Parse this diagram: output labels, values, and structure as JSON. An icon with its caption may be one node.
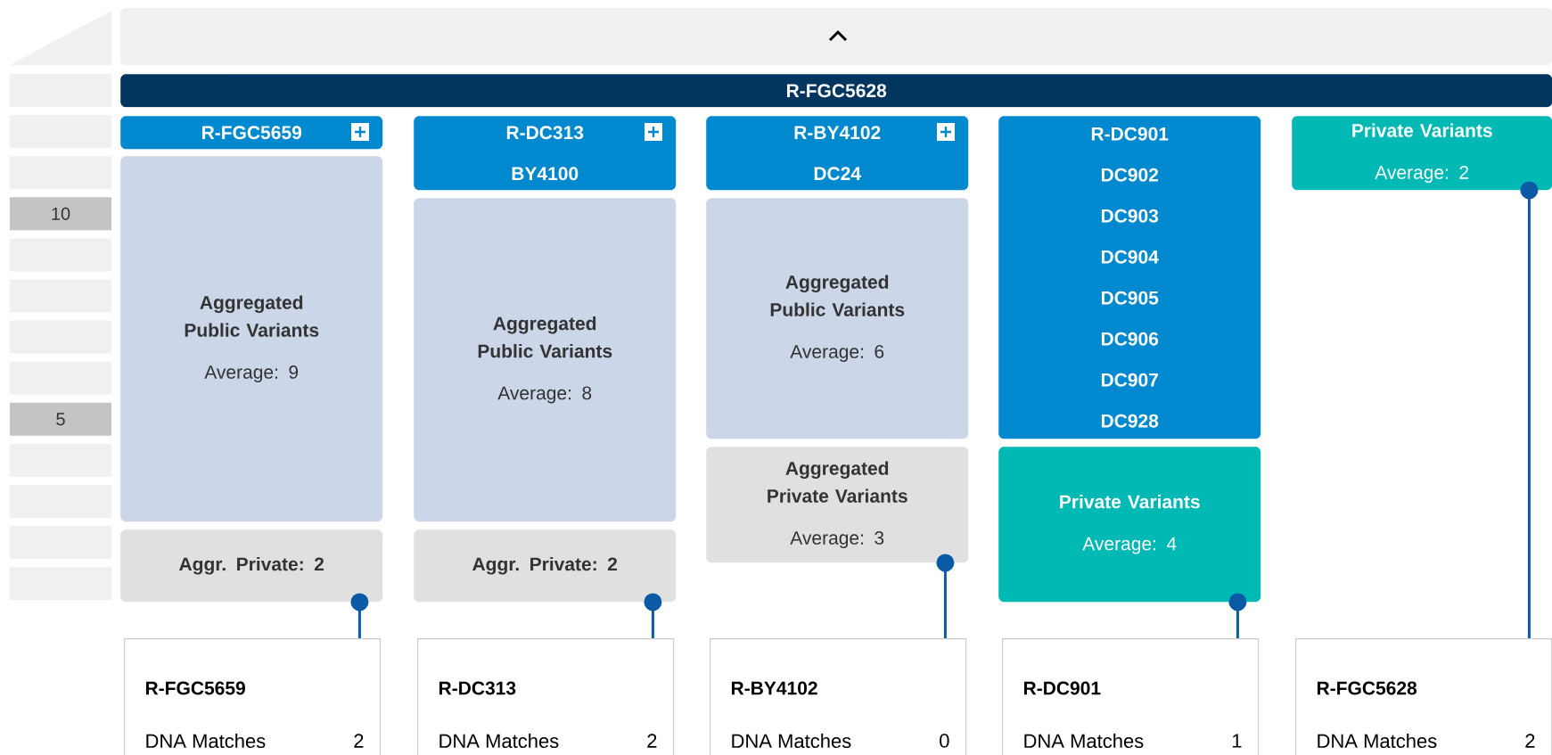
{
  "diagram": {
    "nodes": [
      {
        "text": [
          "R-FGC5628"
        ]
      },
      {
        "text": [
          "R-FGC5659"
        ]
      },
      {
        "text": [
          "Aggregated Public Variants",
          "Average: 9"
        ]
      },
      {
        "text": [
          "Aggr. Private: 2"
        ]
      },
      {
        "text": [
          "R-DC313",
          "BY4100"
        ]
      },
      {
        "text": [
          "Aggregated Public Variants",
          "Average: 8"
        ]
      },
      {
        "text": [
          "Aggr. Private: 2"
        ]
      },
      {
        "text": [
          "R-BY4102",
          "DC24"
        ]
      },
      {
        "text": [
          "Aggregated Public Variants",
          "Average: 6"
        ]
      },
      {
        "text": [
          "Aggregated Private Variants",
          "Average: 3"
        ]
      },
      {
        "text": [
          "R-DC901",
          "DC902",
          "DC903",
          "DC904",
          "DC905",
          "DC906",
          "DC907",
          "DC928"
        ]
      },
      {
        "text": [
          "Private Variants",
          "Average: 4"
        ]
      },
      {
        "text": [
          "Private Variants",
          "Average: 2"
        ]
      },
      {
        "text": [
          "R-FGC5659",
          "DNA Matches",
          "2"
        ]
      },
      {
        "text": [
          "R-DC313",
          "DNA Matches",
          "2"
        ]
      },
      {
        "text": [
          "R-BY4102",
          "DNA Matches",
          "0"
        ]
      },
      {
        "text": [
          "R-DC901",
          "DNA Matches",
          "1"
        ]
      },
      {
        "text": [
          "R-FGC5628",
          "DNA Matches",
          "2"
        ]
      }
    ],
    "edges": [
      {
        "from": 3,
        "to": 13,
        "arrow": "other"
      },
      {
        "from": 6,
        "to": 14,
        "arrow": "other"
      },
      {
        "from": 9,
        "to": 15,
        "arrow": "other"
      },
      {
        "from": 11,
        "to": 16,
        "arrow": "other"
      },
      {
        "from": 12,
        "to": 17,
        "arrow": "other"
      }
    ],
    "labels": [
      "10",
      "5"
    ]
  }
}
